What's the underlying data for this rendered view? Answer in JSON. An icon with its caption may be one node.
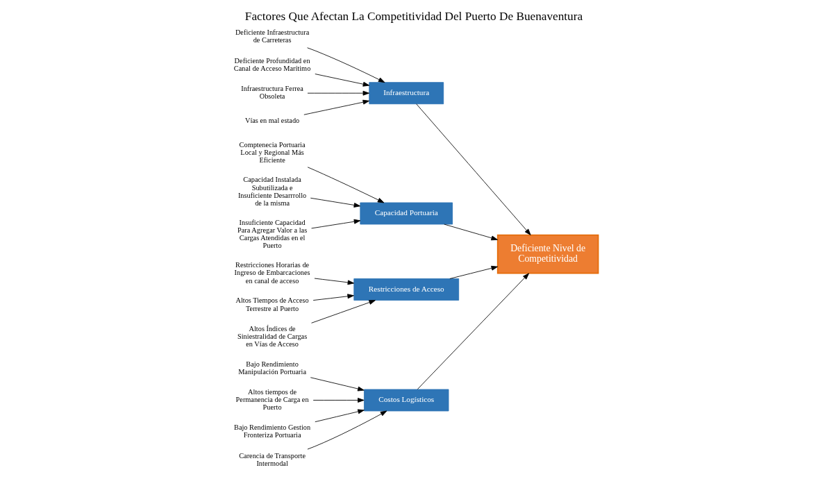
{
  "diagram": {
    "title": "Factores Que Afectan La Competitividad Del Puerto De Buenaventura",
    "nodes": [
      {
        "text": [
          "Costos Logísticos"
        ]
      },
      {
        "text": [
          "Infraestructura"
        ]
      },
      {
        "text": [
          "Bajo Rendimiento Manipulación Portuaria"
        ]
      },
      {
        "text": [
          "Altos tiempos de Permanencia de Carga en Puerto"
        ]
      },
      {
        "text": [
          "Bajo Rendimiento Gestion Fronteriza Portuaria"
        ]
      },
      {
        "text": [
          "Carencia de Transporte Intermodal"
        ]
      },
      {
        "text": [
          "Deficiente Infraestructura de Carreteras"
        ]
      },
      {
        "text": [
          "Deficiente Profundidad en Canal de Acceso Marítimo"
        ]
      },
      {
        "text": [
          "Infraestructura Ferrea Obsoleta"
        ]
      },
      {
        "text": [
          "Vías en mal estado"
        ]
      },
      {
        "text": [
          "Deficiente Nivel de Competitividad"
        ]
      },
      {
        "text": [
          "Comptenecia Portuaria Local y Regional Más Eficiente"
        ]
      },
      {
        "text": [
          "Capacidad Instalada Subutilizada e Insuficiente Desarrrollo de la misma"
        ]
      },
      {
        "text": [
          "Insuficiente Capacidad Para Agregar Valor a las Cargas Atendidas en el Puerto"
        ]
      },
      {
        "text": [
          "Restricciones Horarias de Ingreso de Embarcaciones en canal de acceso"
        ]
      },
      {
        "text": [
          "Altos Tiempos de Acceso Terrestre al Puerto"
        ]
      },
      {
        "text": [
          "Altos Índices de Siniestralidad de Cargas en Vías de Acceso"
        ]
      },
      {
        "text": [
          "Capacidad Portuaria"
        ]
      },
      {
        "text": [
          "Restricciones de Acceso"
        ]
      }
    ],
    "edges": [
      {
        "from": 2,
        "to": 0,
        "arrow": "to"
      },
      {
        "from": 3,
        "to": 0,
        "arrow": "to"
      },
      {
        "from": 4,
        "to": 0,
        "arrow": "to"
      },
      {
        "from": 5,
        "to": 0,
        "arrow": "to"
      },
      {
        "from": 6,
        "to": 1,
        "arrow": "to"
      },
      {
        "from": 7,
        "to": 1,
        "arrow": "to"
      },
      {
        "from": 8,
        "to": 1,
        "arrow": "to"
      },
      {
        "from": 9,
        "to": 1,
        "arrow": "to"
      },
      {
        "from": 11,
        "to": 17,
        "arrow": "to"
      },
      {
        "from": 12,
        "to": 17,
        "arrow": "to"
      },
      {
        "from": 13,
        "to": 17,
        "arrow": "to"
      },
      {
        "from": 14,
        "to": 18,
        "arrow": "to"
      },
      {
        "from": 15,
        "to": 18,
        "arrow": "to"
      },
      {
        "from": 16,
        "to": 18,
        "arrow": "to"
      },
      {
        "from": 0,
        "to": 10,
        "arrow": "to"
      },
      {
        "from": 1,
        "to": 10,
        "arrow": "to"
      },
      {
        "from": 17,
        "to": 10,
        "arrow": "to"
      },
      {
        "from": 18,
        "to": 10,
        "arrow": "to"
      }
    ]
  }
}
